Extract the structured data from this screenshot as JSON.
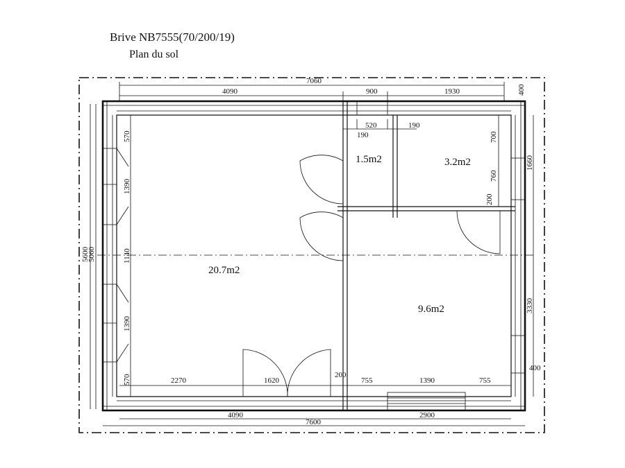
{
  "plan": {
    "title": "Brive NB7555(70/200/19)",
    "subtitle": "Plan du sol"
  },
  "rooms": {
    "main": "20.7m2",
    "small": "1.5m2",
    "storage": "3.2m2",
    "side": "9.6m2"
  },
  "dims_top": {
    "overall": "7060",
    "left": "4090",
    "mid": "900",
    "right": "1930",
    "offset": "400",
    "door_gap_a": "190",
    "door_width": "520",
    "door_gap_b": "190"
  },
  "dims_left": {
    "overall_a": "5600",
    "overall_b": "5060",
    "s1": "570",
    "s2": "1390",
    "s3": "1140",
    "s4": "1390",
    "s5": "570"
  },
  "dims_right": {
    "a": "700",
    "b": "760",
    "c": "200",
    "d": "1660",
    "e": "3330",
    "f": "400"
  },
  "dims_bottom_inner": {
    "a": "2270",
    "b": "1620",
    "c": "200",
    "d": "755",
    "e": "1390",
    "f": "755"
  },
  "dims_bottom": {
    "left": "4090",
    "right": "2900",
    "overall": "7600"
  }
}
